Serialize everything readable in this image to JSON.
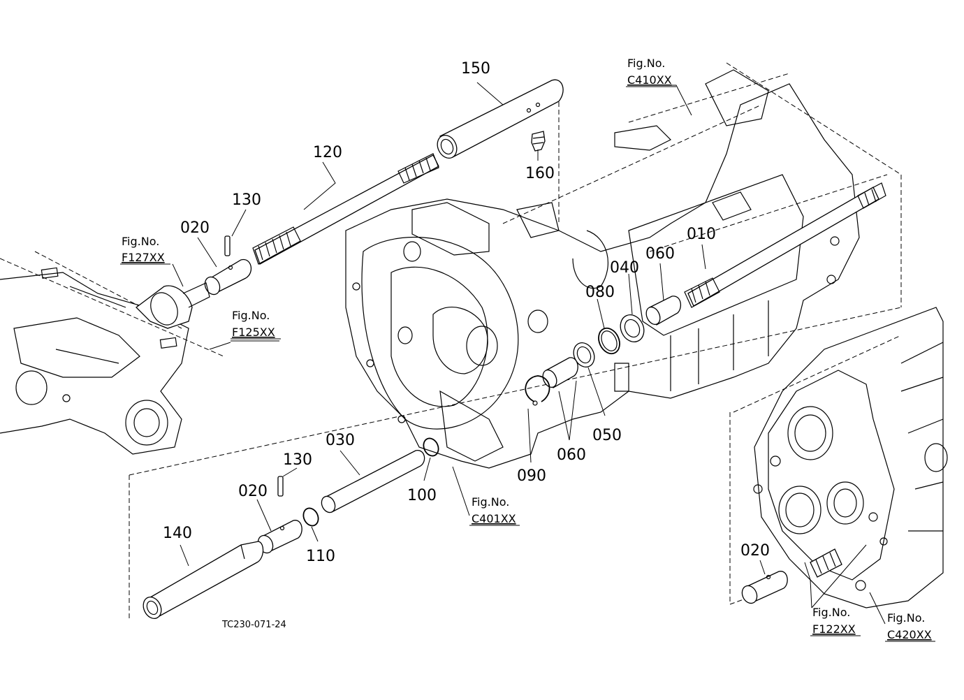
{
  "parts": {
    "p150": "150",
    "p120": "120",
    "p160": "160",
    "p130a": "130",
    "p020a": "020",
    "p010": "010",
    "p060a": "060",
    "p040": "040",
    "p080": "080",
    "p050": "050",
    "p060b": "060",
    "p090": "090",
    "p100": "100",
    "p030": "030",
    "p130b": "130",
    "p020b": "020",
    "p110": "110",
    "p140": "140",
    "p020c": "020"
  },
  "figs": {
    "fig_word": "Fig.No.",
    "c410": "C410XX",
    "f127": "F127XX",
    "f125": "F125XX",
    "c401": "C401XX",
    "f122": "F122XX",
    "c420": "C420XX"
  },
  "drawing_code": "TC230-071-24"
}
